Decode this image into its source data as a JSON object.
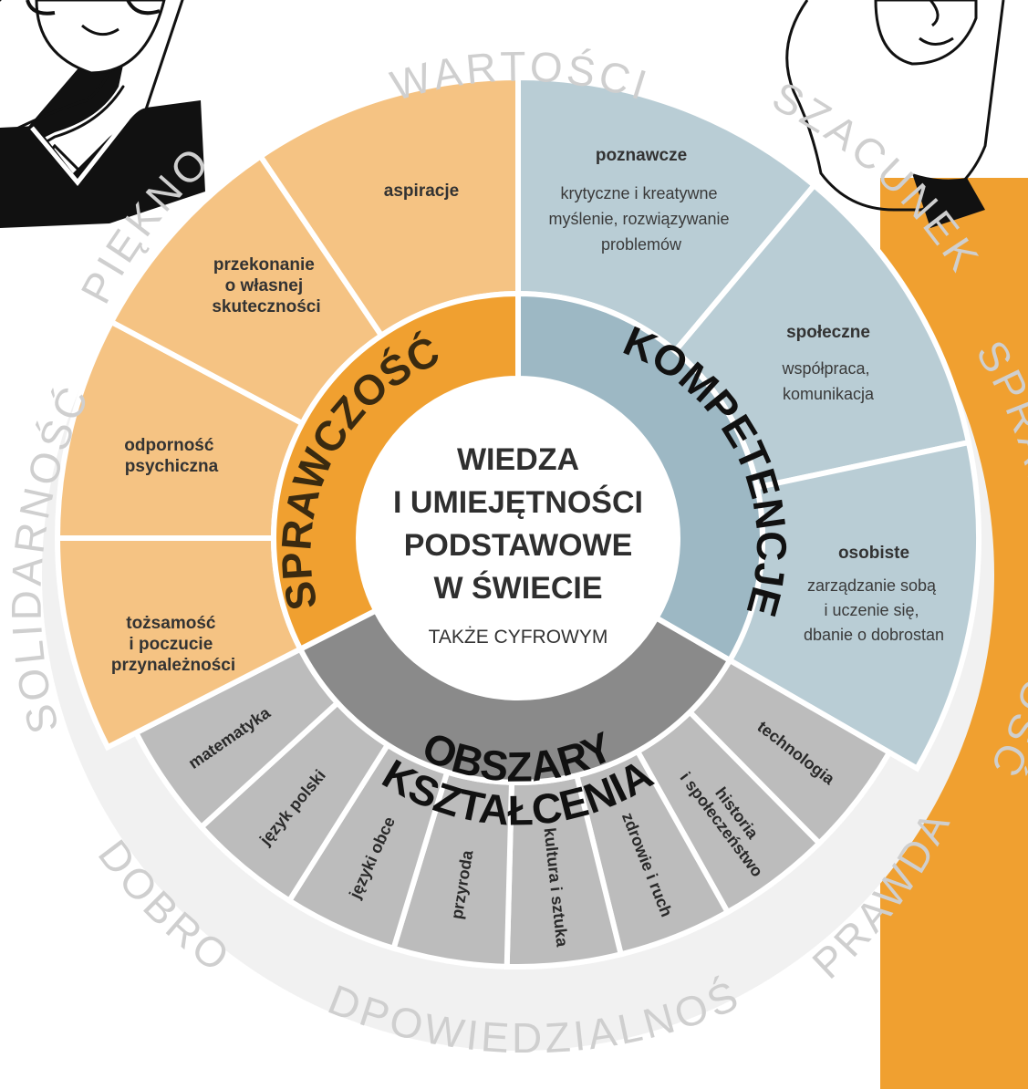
{
  "diagram": {
    "center": {
      "title_lines": [
        "WIEDZA",
        "I UMIEJĘTNOŚCI",
        "PODSTAWOWE",
        "W ŚWIECIE"
      ],
      "subtitle": "TAKŻE CYFROWYM"
    },
    "middle_ring": {
      "sprawczosc": "SPRAWCZOŚĆ",
      "kompetencje": "KOMPETENCJE",
      "obszary_line1": "OBSZARY",
      "obszary_line2": "KSZTAŁCENIA"
    },
    "values_ring": {
      "wartosci": "WARTOŚCI",
      "szacunek": "SZACUNEK",
      "sprawiedliwosc": "SPRAWIEDLIWOŚĆ",
      "prawda": "PRAWDA",
      "odpowiedzialnosc": "ODPOWIEDZIALNOŚĆ",
      "dobro": "DOBRO",
      "solidarnosc": "SOLIDARNOŚĆ",
      "piekno": "PIĘKNO"
    },
    "sprawczosc_segments": [
      {
        "lines": [
          "aspiracje"
        ]
      },
      {
        "lines": [
          "przekonanie",
          "o własnej",
          "skuteczności"
        ]
      },
      {
        "lines": [
          "odporność",
          "psychiczna"
        ]
      },
      {
        "lines": [
          "tożsamość",
          "i poczucie",
          "przynależności"
        ]
      }
    ],
    "kompetencje_segments": [
      {
        "title": "poznawcze",
        "desc": [
          "krytyczne i kreatywne",
          "myślenie, rozwiązywanie",
          "problemów"
        ]
      },
      {
        "title": "społeczne",
        "desc": [
          "współpraca,",
          "komunikacja"
        ]
      },
      {
        "title": "osobiste",
        "desc": [
          "zarządzanie sobą",
          "i uczenie się,",
          "dbanie o dobrostan"
        ]
      }
    ],
    "obszary_segments": [
      {
        "lines": [
          "matematyka"
        ]
      },
      {
        "lines": [
          "język polski"
        ]
      },
      {
        "lines": [
          "języki obce"
        ]
      },
      {
        "lines": [
          "przyroda"
        ]
      },
      {
        "lines": [
          "kultura i sztuka"
        ]
      },
      {
        "lines": [
          "zdrowie i ruch"
        ]
      },
      {
        "lines": [
          "historia",
          "i społeczeństwo"
        ]
      },
      {
        "lines": [
          "technologia"
        ]
      }
    ],
    "colors": {
      "orange_light": "#f5c383",
      "orange_dark": "#f0a030",
      "blue_light": "#b9cdd5",
      "blue_dark": "#9db8c4",
      "gray_light": "#bcbcbc",
      "gray_dark": "#8a8a8a",
      "values_ring": "#f1f1f1",
      "values_text": "#cfcfcf",
      "accent_bar": "#f0a030"
    }
  }
}
